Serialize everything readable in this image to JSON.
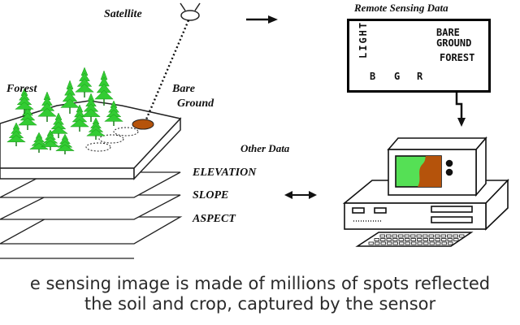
{
  "labels": {
    "satellite": "Satellite",
    "forest": "Forest",
    "bare_ground_1": "Bare",
    "bare_ground_2": "Ground",
    "other_data": "Other Data",
    "elevation": "ELEVATION",
    "slope": "SLOPE",
    "aspect": "ASPECT",
    "remote_sensing_data": "Remote Sensing Data"
  },
  "mini_chart": {
    "y_axis": "LIGHT",
    "bands": [
      "B",
      "G",
      "R"
    ],
    "legend_1a": "BARE",
    "legend_1b": "GROUND",
    "legend_2": "FOREST"
  },
  "caption": {
    "line1": "e sensing image is made of millions of spots reflected",
    "line2": "the soil and crop, captured by the sensor"
  },
  "colors": {
    "forest_green": "#33cc33",
    "bare_ground_brown": "#b5530b",
    "screen_green": "#55e055",
    "line_green": "#22aa22"
  }
}
